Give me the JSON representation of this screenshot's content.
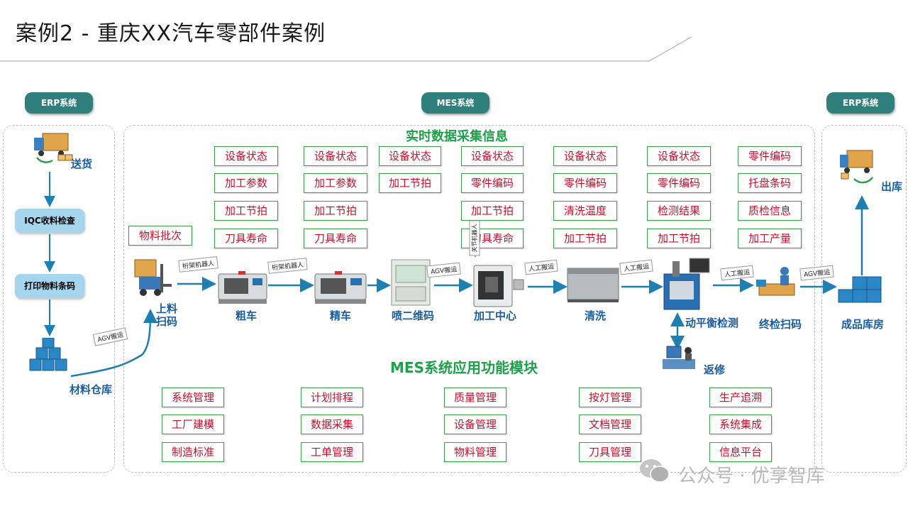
{
  "title": "案例2 -  重庆XX汽车零部件案例",
  "systems": {
    "erp_left": "ERP系统",
    "mes": "MES系统",
    "erp_right": "ERP系统"
  },
  "left_flow": {
    "delivery": "送货",
    "iqc": "IQC收料检查",
    "print": "打印物料条码",
    "warehouse": "材料仓库",
    "agv": "AGV搬运"
  },
  "realtime_title": "实时数据采集信息",
  "modules_title": "MES系统应用功能模块",
  "batch_label": "物料批次",
  "data_columns": [
    [
      "设备状态",
      "加工参数",
      "加工节拍",
      "刀具寿命"
    ],
    [
      "设备状态",
      "加工参数",
      "加工节拍",
      "刀具寿命"
    ],
    [
      "设备状态",
      "加工节拍"
    ],
    [
      "设备状态",
      "零件编码",
      "加工节拍",
      "刀具寿命"
    ],
    [
      "设备状态",
      "零件编码",
      "清洗温度",
      "加工节拍"
    ],
    [
      "设备状态",
      "零件编码",
      "检测结果",
      "加工节拍"
    ],
    [
      "零件编码",
      "托盘条码",
      "质检信息",
      "加工产量"
    ]
  ],
  "stations": {
    "load": "上料\n扫码",
    "rough": "粗车",
    "fine": "精车",
    "qr": "喷二维码",
    "center": "加工中心",
    "clean": "清洗",
    "balance": "动平衡检测",
    "final": "终检扫码",
    "repair": "返修",
    "product_wh": "成品库房",
    "out": "出库"
  },
  "transfers": {
    "t1": "桁架机器人",
    "t2": "桁架机器人",
    "t3": "AGV搬运",
    "t4": "人工搬运",
    "t5": "人工搬运",
    "t6": "人工搬运",
    "t7": "AGV搬运",
    "vertical": "关节机器人"
  },
  "modules": [
    [
      "系统管理",
      "工厂建模",
      "制造标准"
    ],
    [
      "计划排程",
      "数据采集",
      "工单管理"
    ],
    [
      "质量管理",
      "设备管理",
      "物料管理"
    ],
    [
      "按灯管理",
      "文档管理",
      "刀具管理"
    ],
    [
      "生产追溯",
      "系统集成",
      "信息平台"
    ]
  ],
  "watermark": "公众号 · 优享智库",
  "colors": {
    "accent_teal": "#2f7f7d",
    "arrow_blue": "#1f7fb0",
    "box_border_green": "#3aa04a",
    "box_text_red": "#c8102e",
    "title_green": "#1ea04a"
  }
}
